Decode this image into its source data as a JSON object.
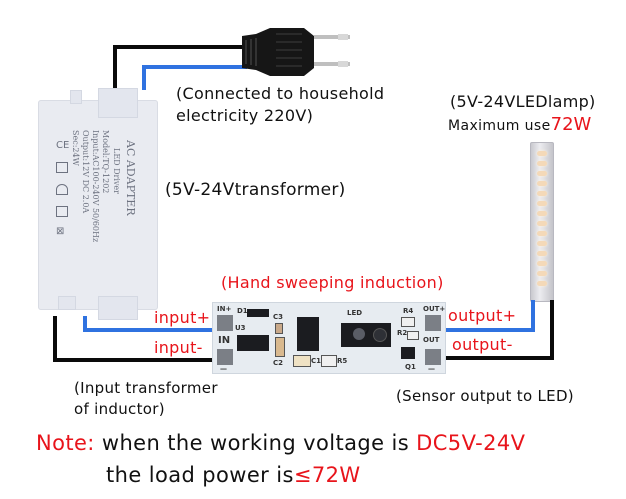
{
  "labels": {
    "mains": {
      "line1": "(Connected to household",
      "line2": "electricity 220V)"
    },
    "transformer": "(5V-24Vtransformer)",
    "lamp": {
      "line1": "(5V-24VLEDlamp)",
      "line2_prefix": "Maximum use",
      "line2_value": "72W"
    },
    "sensor_title": "(Hand sweeping induction)",
    "input_plus": "input+",
    "input_minus": "input-",
    "output_plus": "output+",
    "output_minus": "output-",
    "input_note": {
      "line1": "(Input transformer",
      "line2": "of inductor)"
    },
    "output_note": "(Sensor output to LED)"
  },
  "adapter": {
    "title": "AC ADAPTER",
    "subtitle": "LED Driver",
    "model": "Model:TQ-1202",
    "input": "Input:AC100-240V 50/60Hz",
    "output": "Output:12V DC 2.0A",
    "sec": "Sec:24W"
  },
  "pcb": {
    "in_plus": "IN+",
    "in": "IN",
    "in_minus": "—",
    "out_plus": "OUT+",
    "out": "OUT",
    "out_minus": "—",
    "d1": "D1",
    "u3": "U3",
    "c3": "C3",
    "c2": "C2",
    "c1": "C1",
    "r5": "R5",
    "led": "LED",
    "r4": "R4",
    "r2": "R2",
    "q1": "Q1"
  },
  "note": {
    "prefix": "Note:",
    "line1_text": "when the working voltage is",
    "line1_value": "DC5V-24V",
    "line2_text": "the load power is",
    "line2_value": "≤72W"
  },
  "colors": {
    "accent_red": "#e8141b",
    "wire_positive": "#2f72e0",
    "wire_negative": "#0a0a0a"
  }
}
